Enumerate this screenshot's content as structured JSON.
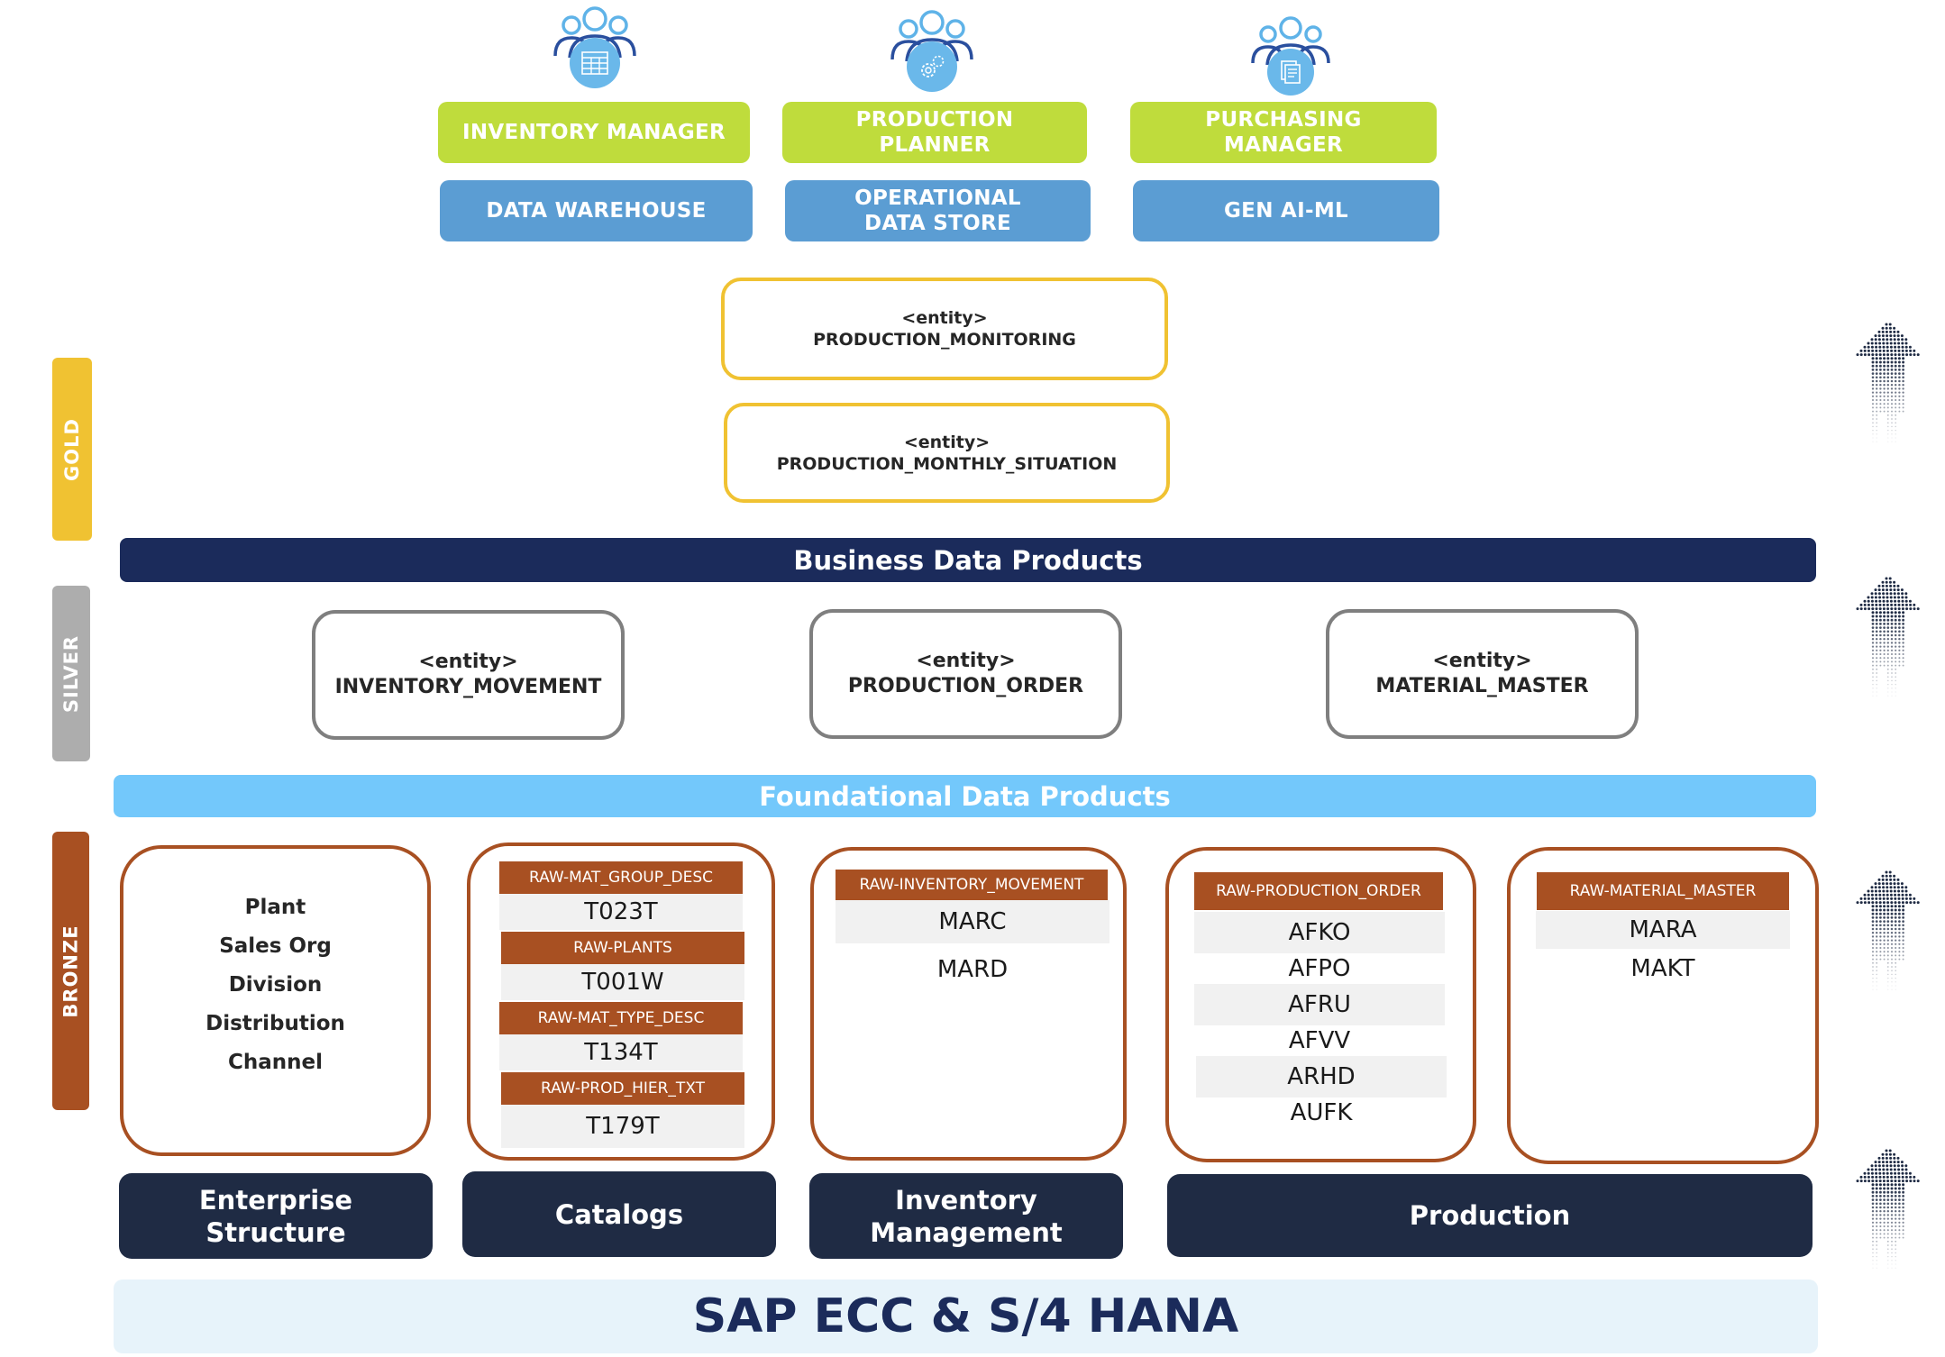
{
  "personas": [
    {
      "icon": "users-table-icon",
      "role": "INVENTORY MANAGER",
      "target": "DATA WAREHOUSE"
    },
    {
      "icon": "users-gear-icon",
      "role": "PRODUCTION PLANNER",
      "target": "OPERATIONAL DATA STORE"
    },
    {
      "icon": "users-document-icon",
      "role": "PURCHASING MANAGER",
      "target": "GEN AI-ML"
    }
  ],
  "tiers": {
    "gold": "GOLD",
    "silver": "SILVER",
    "bronze": "BRONZE"
  },
  "gold_entities": [
    {
      "stereotype": "<entity>",
      "name": "PRODUCTION_MONITORING"
    },
    {
      "stereotype": "<entity>",
      "name": "PRODUCTION_MONTHLY_SITUATION"
    }
  ],
  "business_bar": "Business Data Products",
  "silver_entities": [
    {
      "stereotype": "<entity>",
      "name": "INVENTORY_MOVEMENT"
    },
    {
      "stereotype": "<entity>",
      "name": "PRODUCTION_ORDER"
    },
    {
      "stereotype": "<entity>",
      "name": "MATERIAL_MASTER"
    }
  ],
  "foundational_bar": "Foundational Data Products",
  "bronze": {
    "enterprise_items": [
      "Plant",
      "Sales Org",
      "Division",
      "Distribution",
      "Channel"
    ],
    "catalogs": [
      {
        "header": "RAW-MAT_GROUP_DESC",
        "tables": [
          "T023T"
        ]
      },
      {
        "header": "RAW-PLANTS",
        "tables": [
          "T001W"
        ]
      },
      {
        "header": "RAW-MAT_TYPE_DESC",
        "tables": [
          "T134T"
        ]
      },
      {
        "header": "RAW-PROD_HIER_TXT",
        "tables": [
          "T179T"
        ]
      }
    ],
    "inventory": {
      "header": "RAW-INVENTORY_MOVEMENT",
      "tables": [
        "MARC",
        "MARD"
      ]
    },
    "production": {
      "header": "RAW-PRODUCTION_ORDER",
      "tables": [
        "AFKO",
        "AFPO",
        "AFRU",
        "AFVV",
        "ARHD",
        "AUFK"
      ]
    },
    "material": {
      "header": "RAW-MATERIAL_MASTER",
      "tables": [
        "MARA",
        "MAKT"
      ]
    }
  },
  "sources": [
    "Enterprise Structure",
    "Catalogs",
    "Inventory Management",
    "Production"
  ],
  "sap_bar": "SAP ECC & S/4 HANA",
  "colors": {
    "gold": "#f0c232",
    "silver": "#adadad",
    "bronze": "#a85022",
    "navy": "#1b2b5b",
    "source_navy": "#1f2b44",
    "role_green": "#bfdc3c",
    "target_blue": "#5b9dd3",
    "foundational_blue": "#73c8fb",
    "sap_bg": "#e7f3fa"
  }
}
